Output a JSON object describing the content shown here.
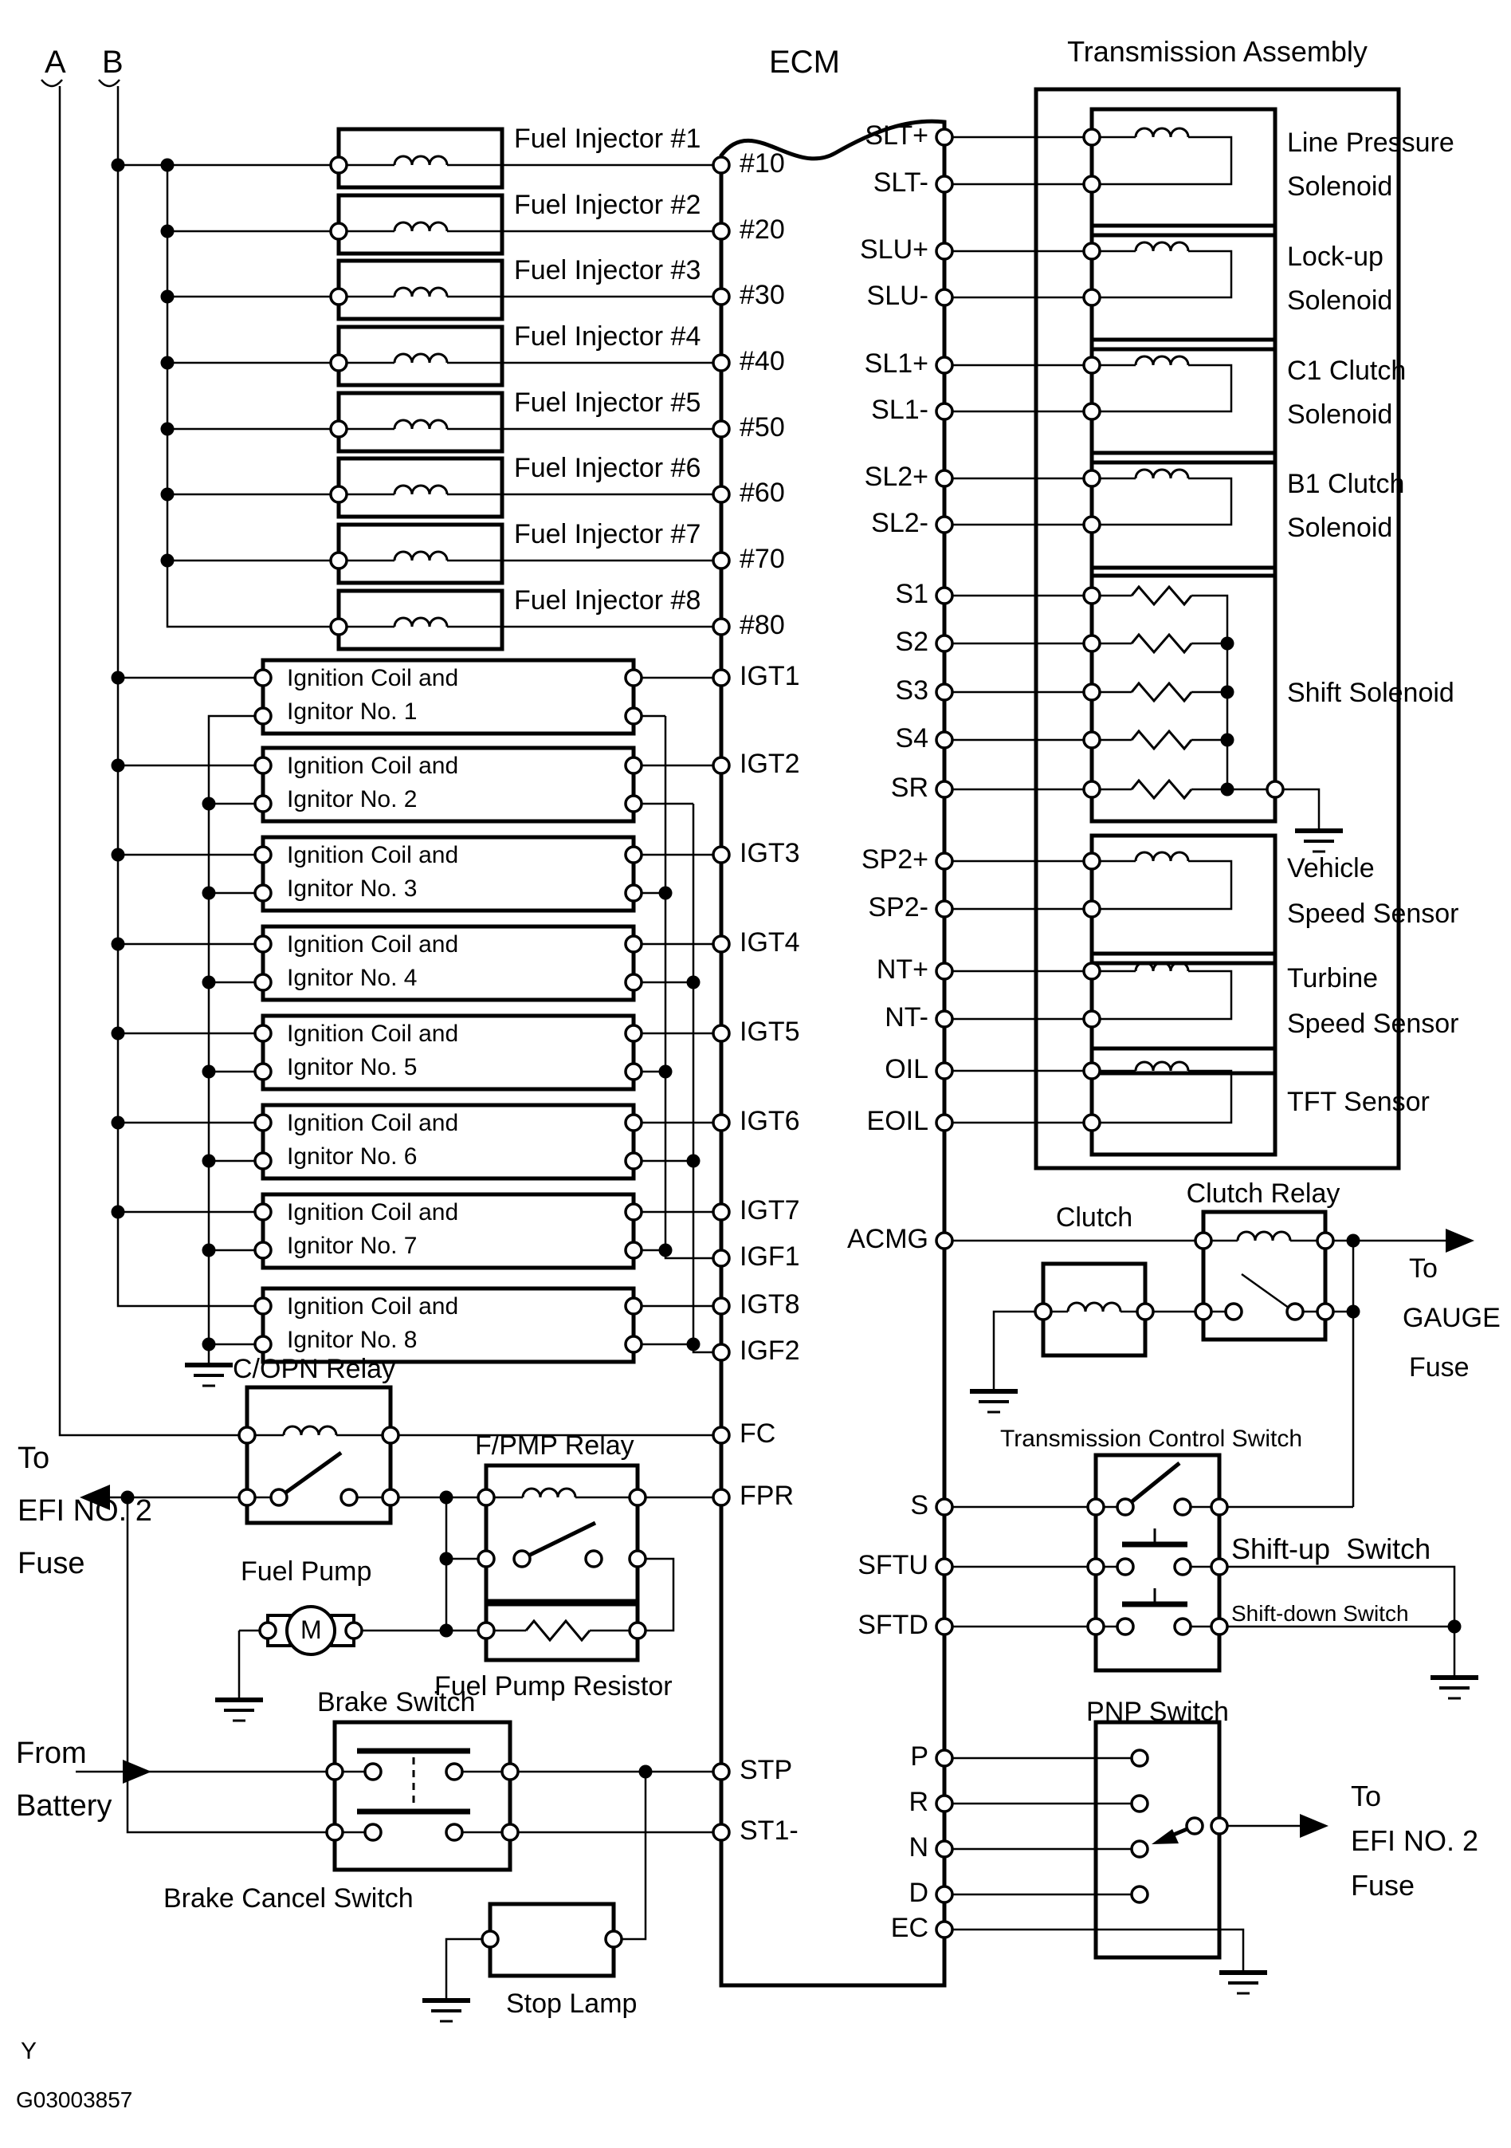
{
  "markers": {
    "a": "A",
    "b": "B"
  },
  "ecm": {
    "title": "ECM",
    "left_pins": [
      "#10",
      "#20",
      "#30",
      "#40",
      "#50",
      "#60",
      "#70",
      "#80",
      "IGT1",
      "IGT2",
      "IGT3",
      "IGT4",
      "IGT5",
      "IGT6",
      "IGT7",
      "IGF1",
      "IGT8",
      "IGF2",
      "FC",
      "FPR",
      "STP",
      "ST1-"
    ],
    "right_pins": [
      "SLT+",
      "SLT-",
      "SLU+",
      "SLU-",
      "SL1+",
      "SL1-",
      "SL2+",
      "SL2-",
      "S1",
      "S2",
      "S3",
      "S4",
      "SR",
      "SP2+",
      "SP2-",
      "NT+",
      "NT-",
      "OIL",
      "EOIL",
      "ACMG",
      "S",
      "SFTU",
      "SFTD",
      "P",
      "R",
      "N",
      "D",
      "EC"
    ]
  },
  "injectors": [
    "Fuel Injector #1",
    "Fuel Injector #2",
    "Fuel Injector #3",
    "Fuel Injector #4",
    "Fuel Injector #5",
    "Fuel Injector #6",
    "Fuel Injector #7",
    "Fuel Injector #8"
  ],
  "ignition": {
    "line1": "Ignition Coil and",
    "units": [
      "Ignitor No. 1",
      "Ignitor No. 2",
      "Ignitor No. 3",
      "Ignitor No. 4",
      "Ignitor No. 5",
      "Ignitor No. 6",
      "Ignitor No. 7",
      "Ignitor No. 8"
    ]
  },
  "transmission": {
    "title": "Transmission Assembly",
    "solenoids": {
      "line_pressure": [
        "Line Pressure",
        "Solenoid"
      ],
      "lock_up": [
        "Lock-up",
        "Solenoid"
      ],
      "c1": [
        "C1 Clutch",
        "Solenoid"
      ],
      "b1": [
        "B1 Clutch",
        "Solenoid"
      ],
      "shift": "Shift Solenoid",
      "vss": [
        "Vehicle",
        "Speed Sensor"
      ],
      "turbine": [
        "Turbine",
        "Speed Sensor"
      ],
      "tft": "TFT Sensor"
    }
  },
  "clutch_circuit": {
    "clutch_relay": "Clutch Relay",
    "clutch": "Clutch",
    "to_gauge": [
      "To",
      "GAUGE",
      "Fuse"
    ]
  },
  "control_switch": {
    "title": "Transmission Control Switch",
    "shift_up": "Shift-up  Switch",
    "shift_down": "Shift-down Switch"
  },
  "pnp": {
    "title": "PNP Switch",
    "to_efi": [
      "To",
      "EFI NO. 2",
      "Fuse"
    ]
  },
  "fuel": {
    "copn_relay": "C/OPN Relay",
    "fpmp_relay": "F/PMP Relay",
    "fuel_pump": "Fuel Pump",
    "motor": "M",
    "resistor": "Fuel Pump Resistor",
    "to_efi": [
      "To",
      "EFI NO. 2",
      "Fuse"
    ]
  },
  "brake": {
    "brake_switch": "Brake Switch",
    "brake_cancel": "Brake Cancel Switch",
    "stop_lamp": "Stop Lamp",
    "from_battery": [
      "From",
      "Battery"
    ]
  },
  "footer": {
    "mark": "Y",
    "code": "G03003857"
  }
}
